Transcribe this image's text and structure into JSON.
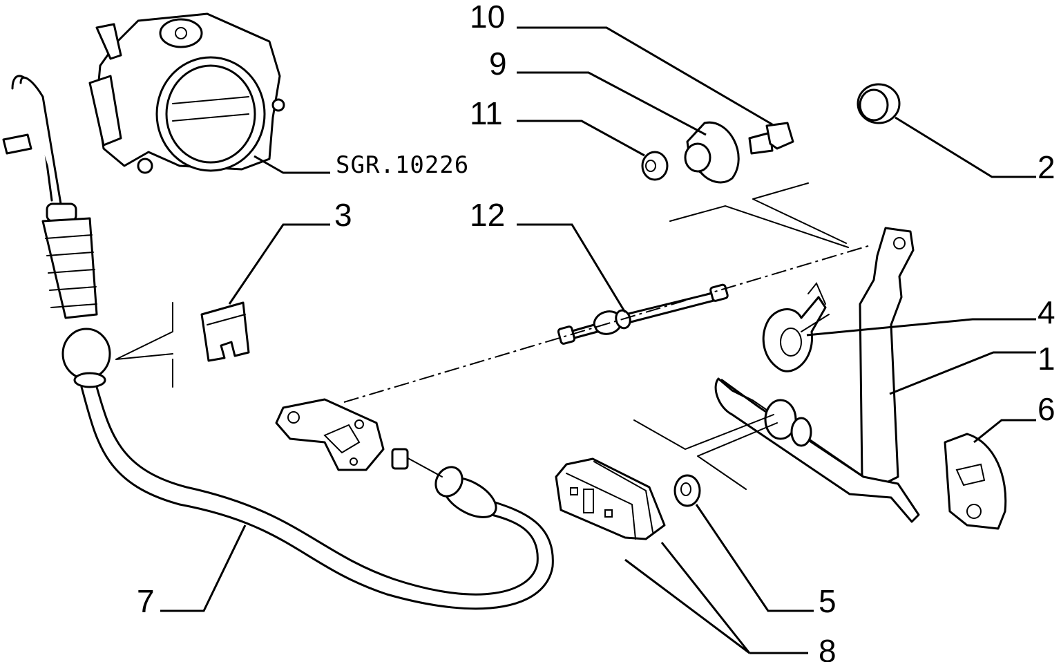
{
  "diagram": {
    "reference_code": "SGR.10226",
    "callouts": [
      {
        "id": "1",
        "label": "1"
      },
      {
        "id": "2",
        "label": "2"
      },
      {
        "id": "3",
        "label": "3"
      },
      {
        "id": "4",
        "label": "4"
      },
      {
        "id": "5",
        "label": "5"
      },
      {
        "id": "6",
        "label": "6"
      },
      {
        "id": "7",
        "label": "7"
      },
      {
        "id": "8",
        "label": "8"
      },
      {
        "id": "9",
        "label": "9"
      },
      {
        "id": "10",
        "label": "10"
      },
      {
        "id": "11",
        "label": "11"
      },
      {
        "id": "12",
        "label": "12"
      }
    ]
  }
}
